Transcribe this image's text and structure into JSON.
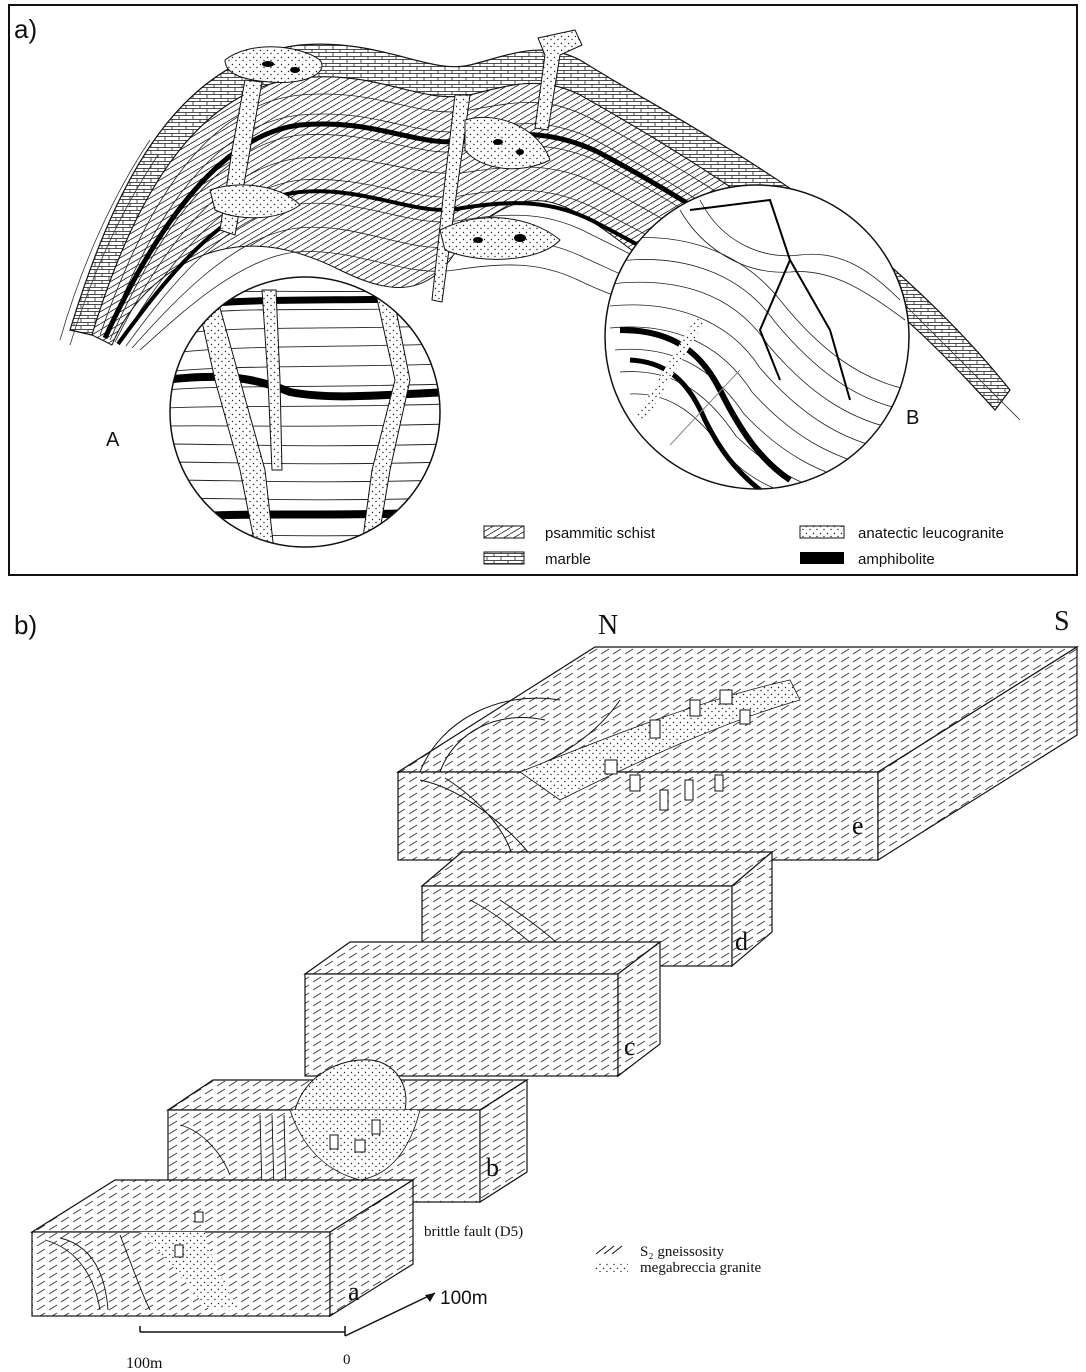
{
  "panel_a": {
    "label": "a)",
    "inset_a_label": "A",
    "inset_b_label": "B",
    "legend": [
      {
        "id": "psammitic-schist",
        "label": "psammitic schist"
      },
      {
        "id": "marble",
        "label": "marble"
      },
      {
        "id": "anatectic-leucogranite",
        "label": "anatectic leucogranite"
      },
      {
        "id": "amphibolite",
        "label": "amphibolite"
      }
    ]
  },
  "panel_b": {
    "label": "b)",
    "compass_n": "N",
    "compass_s": "S",
    "blocks": [
      "a",
      "b",
      "c",
      "d",
      "e"
    ],
    "fault_label": "brittle fault (D5)",
    "legend": [
      {
        "id": "s2-gneissosity",
        "label": "S₂ gneissosity"
      },
      {
        "id": "megabreccia-granite",
        "label": "megabreccia granite"
      }
    ],
    "scale": {
      "length_label": "100m",
      "zero_label": "0",
      "depth_label": "100m"
    }
  }
}
